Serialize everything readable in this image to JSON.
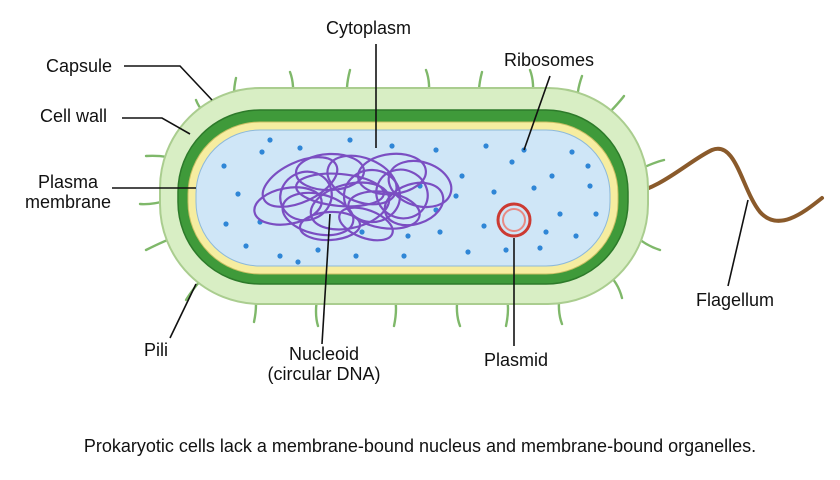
{
  "labels": {
    "cytoplasm": "Cytoplasm",
    "capsule": "Capsule",
    "cell_wall": "Cell wall",
    "plasma_membrane_1": "Plasma",
    "plasma_membrane_2": "membrane",
    "ribosomes": "Ribosomes",
    "flagellum": "Flagellum",
    "pili": "Pili",
    "nucleoid_1": "Nucleoid",
    "nucleoid_2": "(circular DNA)",
    "plasmid": "Plasmid"
  },
  "caption": "Prokaryotic cells lack a membrane-bound nucleus and membrane-bound organelles.",
  "colors": {
    "capsule": "#d8eec4",
    "capsule_edge": "#aacd8f",
    "cell_wall": "#3f9a3a",
    "plasma_membrane": "#f6eda0",
    "cytoplasm": "#cfe6f7",
    "ribosome": "#2f86d6",
    "nucleoid": "#7b4ec2",
    "plasmid": "#cc3a32",
    "flagellum": "#8a5a2b",
    "pili": "#7fb86a"
  }
}
